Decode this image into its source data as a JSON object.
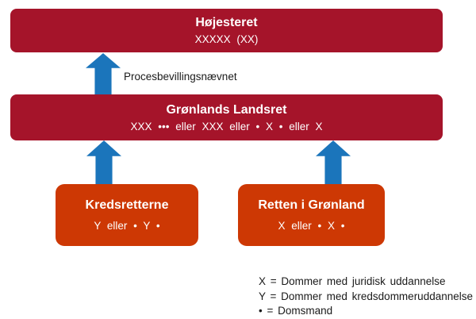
{
  "colors": {
    "box_red": "#A5142A",
    "box_orange": "#CD3804",
    "arrow_blue": "#1B75BB"
  },
  "nodes": {
    "hojesteret": {
      "title": "Højesteret",
      "subtitle": "XXXXX (XX)"
    },
    "landsret": {
      "title": "Grønlands Landsret",
      "subtitle": "XXX ••• eller XXX eller • X • eller X"
    },
    "kredsretterne": {
      "title": "Kredsretterne",
      "subtitle": "Y eller • Y •"
    },
    "retten": {
      "title": "Retten i Grønland",
      "subtitle": "X eller • X •"
    }
  },
  "arrow_label": "Procesbevillingsnævnet",
  "legend": {
    "items": [
      "X = Dommer med juridisk uddannelse",
      "Y = Dommer med kredsdommeruddannelse",
      "• = Domsmand"
    ]
  }
}
